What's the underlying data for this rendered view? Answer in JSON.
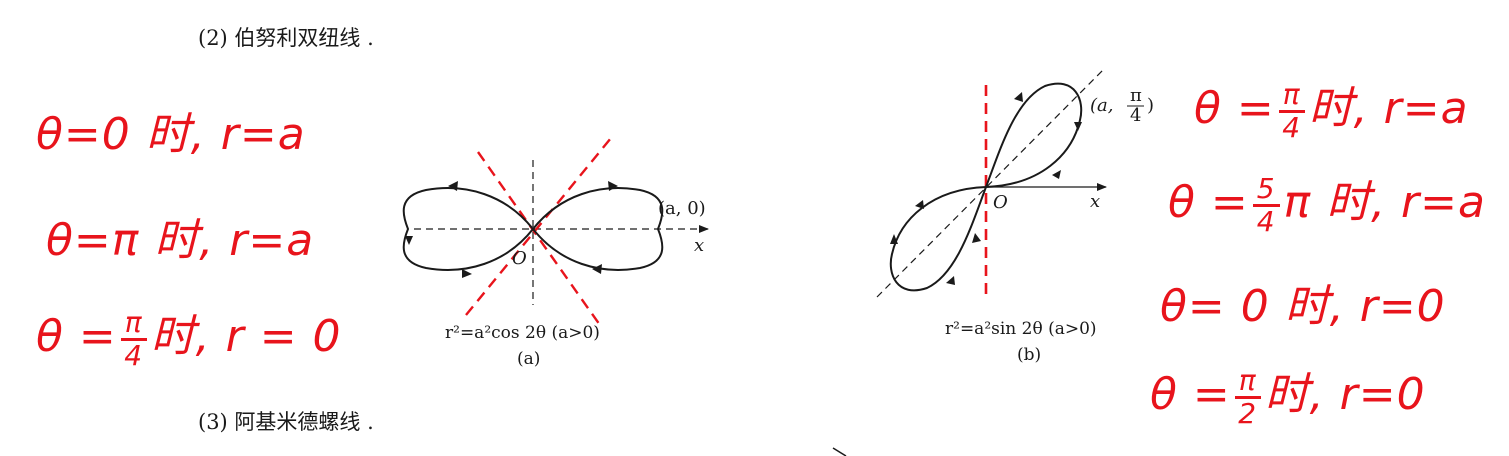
{
  "headings": {
    "lemniscate": "(2) 伯努利双纽线 .",
    "archimedes": "(3) 阿基米德螺线 ."
  },
  "figure_a": {
    "point_label": "(a,  0)",
    "axis_x": "x",
    "origin": "O",
    "equation": "r²=a²cos 2θ (a>0)",
    "tag": "(a)"
  },
  "figure_b": {
    "point_label_prefix": "(a,",
    "point_label_num": "π",
    "point_label_den": "4",
    "point_label_suffix": ")",
    "axis_x": "x",
    "origin": "O",
    "equation": "r²=a²sin 2θ (a>0)",
    "tag": "(b)"
  },
  "notes_left": [
    "θ=0 时, r=a",
    "θ=π 时, r=a",
    {
      "prefix": "θ =",
      "num": "π",
      "den": "4",
      "suffix": "时, r = 0"
    }
  ],
  "notes_right": [
    {
      "prefix": "θ =",
      "num": "π",
      "den": "4",
      "suffix": "时, r=a"
    },
    {
      "prefix": "θ =",
      "num": "5",
      "den": "4",
      "suffix": "π 时, r=a"
    },
    "θ= 0 时, r=0",
    {
      "prefix": "θ =",
      "num": "π",
      "den": "2",
      "suffix": "时, r=0"
    }
  ],
  "colors": {
    "annotation": "#e8141c",
    "ink": "#1a1a1a"
  }
}
